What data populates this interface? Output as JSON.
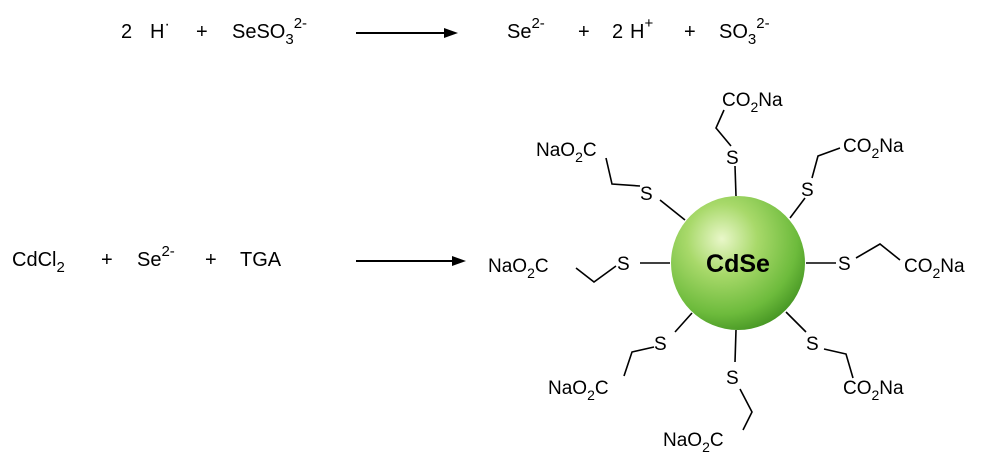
{
  "reaction1": {
    "r_coef": "2",
    "r1": "H",
    "r1_dot": "·",
    "plus": "+",
    "r2_base": "SeSO",
    "r2_sub": "3",
    "r2_sup": "2-",
    "p1_base": "Se",
    "p1_sup": "2-",
    "p2_coef": "2",
    "p2_base": "H",
    "p2_sup": "+",
    "p3_base": "SO",
    "p3_sub": "3",
    "p3_sup": "2-"
  },
  "reaction2": {
    "r1_base": "CdCl",
    "r1_sub": "2",
    "plus": "+",
    "r2_base": "Se",
    "r2_sup": "2-",
    "r3": "TGA"
  },
  "nanoparticle": {
    "label": "CdSe",
    "color": "#6dbb3c",
    "ligand": {
      "sulfur": "S",
      "group_pre": "CO",
      "group_sub": "2",
      "group_post": "Na",
      "group_alt_pre": "NaO",
      "group_alt_sub": "2",
      "group_alt_post": "C"
    }
  }
}
